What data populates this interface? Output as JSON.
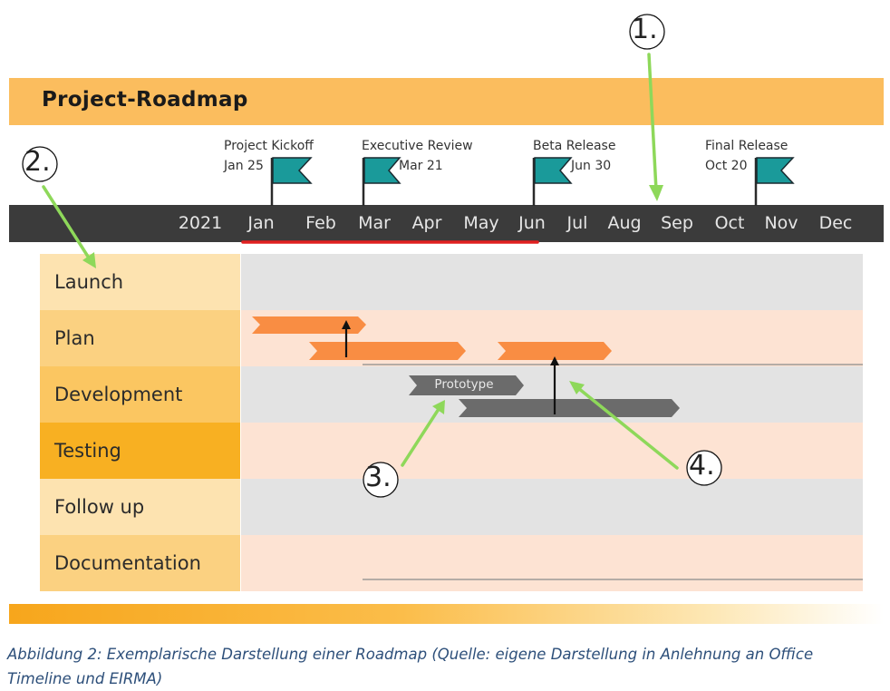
{
  "title": "Project-Roadmap",
  "timeline": {
    "year": "2021",
    "months": [
      "Jan",
      "Feb",
      "Mar",
      "Apr",
      "May",
      "Jun",
      "Jul",
      "Aug",
      "Sep",
      "Oct",
      "Nov",
      "Dec"
    ]
  },
  "milestones": [
    {
      "name": "Project Kickoff",
      "date": "Jan 25"
    },
    {
      "name": "Executive Review",
      "date": "Mar 21"
    },
    {
      "name": "Beta Release",
      "date": "Jun 30"
    },
    {
      "name": "Final Release",
      "date": "Oct 20"
    }
  ],
  "rows": [
    "Launch",
    "Plan",
    "Development",
    "Testing",
    "Follow up",
    "Documentation"
  ],
  "tasks": {
    "prototype_label": "Prototype"
  },
  "callouts": [
    "1.",
    "2.",
    "3.",
    "4."
  ],
  "caption": "Abbildung 2: Exemplarische Darstellung einer Roadmap (Quelle: eigene Darstellung in Anlehnung an Office Timeline und EIRMA)",
  "colors": {
    "title_band": "#fbbd5e",
    "timeline_bar": "#3b3b3b",
    "milestone_flag": "#1a9a9a",
    "plan_task": "#f98d43",
    "dev_task": "#6b6b6b",
    "highlight_line": "#e02020",
    "callout_arrow": "#8ed85a"
  }
}
